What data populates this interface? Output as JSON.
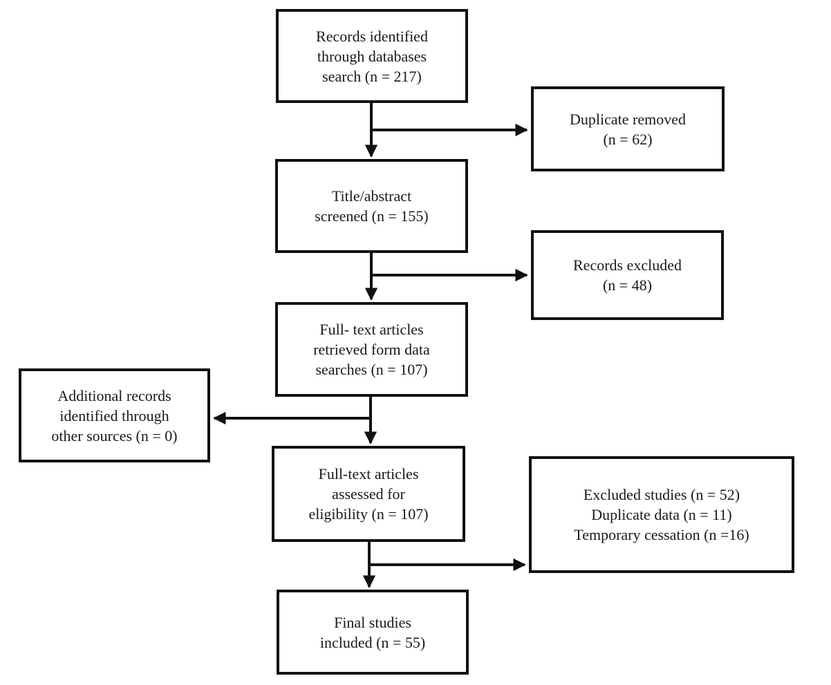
{
  "colors": {
    "stroke": "#111111",
    "text": "#1a1a1a",
    "background": "#ffffff"
  },
  "flowchart": {
    "type": "prisma-flow-diagram",
    "nodes": {
      "records_identified": {
        "n": 217,
        "lines": [
          "Records identified",
          "through databases",
          "search (n = 217)"
        ]
      },
      "duplicate_removed": {
        "n": 62,
        "lines": [
          "Duplicate removed",
          "(n = 62)"
        ]
      },
      "title_abstract_screened": {
        "n": 155,
        "lines": [
          "Title/abstract",
          "screened (n = 155)"
        ]
      },
      "records_excluded": {
        "n": 48,
        "lines": [
          "Records excluded",
          "(n = 48)"
        ]
      },
      "fulltext_retrieved": {
        "n": 107,
        "lines": [
          "Full- text articles",
          "retrieved form data",
          "searches (n = 107)"
        ]
      },
      "additional_records": {
        "n": 0,
        "lines": [
          "Additional records",
          "identified through",
          "other sources (n = 0)"
        ]
      },
      "fulltext_assessed": {
        "n": 107,
        "lines": [
          "Full-text articles",
          "assessed for",
          "eligibility (n = 107)"
        ]
      },
      "excluded_studies": {
        "n_excluded": 52,
        "n_duplicate_data": 11,
        "n_temporary_cessation": 16,
        "lines": [
          "Excluded studies (n = 52)",
          "Duplicate data (n = 11)",
          "Temporary cessation (n =16)"
        ]
      },
      "final_studies": {
        "n": 55,
        "lines": [
          "Final studies",
          "included (n = 55)"
        ]
      }
    }
  }
}
